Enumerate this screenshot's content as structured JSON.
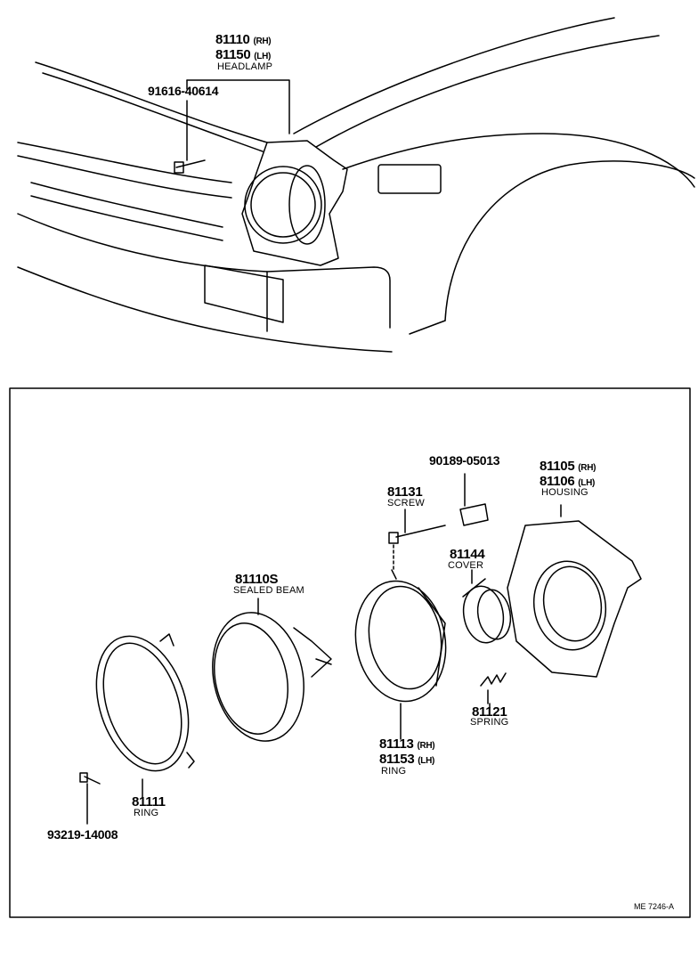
{
  "diagram": {
    "top_view": {
      "headlamp_part_rh": "81110",
      "headlamp_side_rh": "(RH)",
      "headlamp_part_lh": "81150",
      "headlamp_side_lh": "(LH)",
      "headlamp_name": "HEADLAMP",
      "bolt_part": "91616-40614"
    },
    "exploded_view": {
      "nut_part": "90189-05013",
      "housing_part_rh": "81105",
      "housing_side_rh": "(RH)",
      "housing_part_lh": "81106",
      "housing_side_lh": "(LH)",
      "housing_name": "HOUSING",
      "screw_part": "81131",
      "screw_name": "SCREW",
      "cover_part": "81144",
      "cover_name": "COVER",
      "beam_part": "81110S",
      "beam_name": "SEALED BEAM",
      "spring_part": "81121",
      "spring_name": "SPRING",
      "mount_ring_part_rh": "81113",
      "mount_ring_side_rh": "(RH)",
      "mount_ring_part_lh": "81153",
      "mount_ring_side_lh": "(LH)",
      "mount_ring_name": "RING",
      "retainer_ring_part": "81111",
      "retainer_ring_name": "RING",
      "retainer_screw_part": "93219-14008"
    },
    "reference_code": "ME 7246-A"
  }
}
